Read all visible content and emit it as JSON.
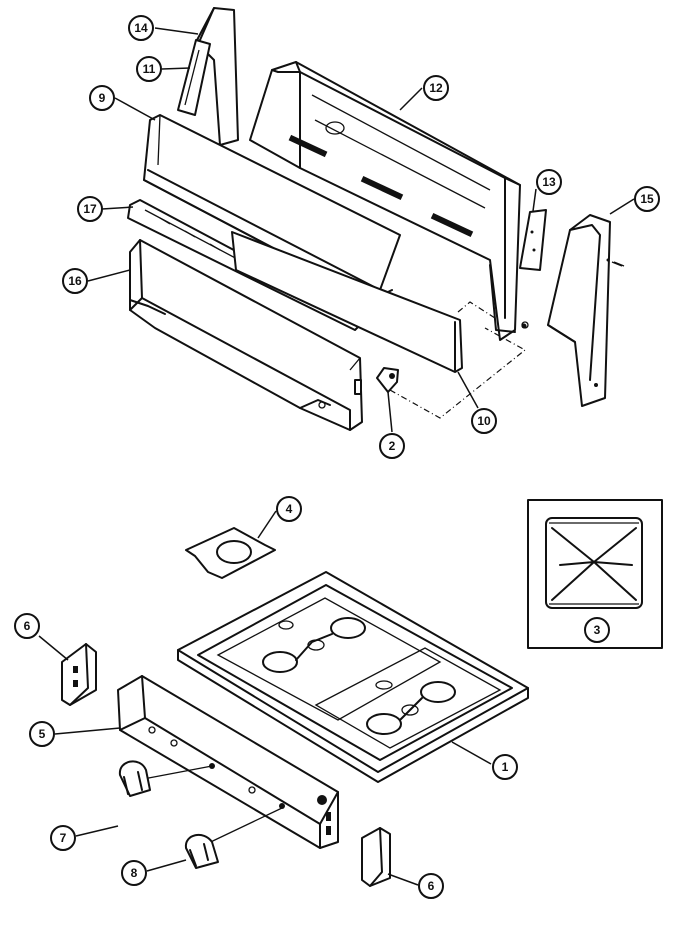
{
  "callouts": [
    {
      "id": "c14",
      "label": "14"
    },
    {
      "id": "c11",
      "label": "11"
    },
    {
      "id": "c9",
      "label": "9"
    },
    {
      "id": "c12",
      "label": "12"
    },
    {
      "id": "c17",
      "label": "17"
    },
    {
      "id": "c13",
      "label": "13"
    },
    {
      "id": "c15",
      "label": "15"
    },
    {
      "id": "c16",
      "label": "16"
    },
    {
      "id": "c2",
      "label": "2"
    },
    {
      "id": "c10",
      "label": "10"
    },
    {
      "id": "c4",
      "label": "4"
    },
    {
      "id": "c3",
      "label": "3"
    },
    {
      "id": "c6a",
      "label": "6"
    },
    {
      "id": "c5",
      "label": "5"
    },
    {
      "id": "c1",
      "label": "1"
    },
    {
      "id": "c7",
      "label": "7"
    },
    {
      "id": "c8",
      "label": "8"
    },
    {
      "id": "c6b",
      "label": "6"
    }
  ]
}
